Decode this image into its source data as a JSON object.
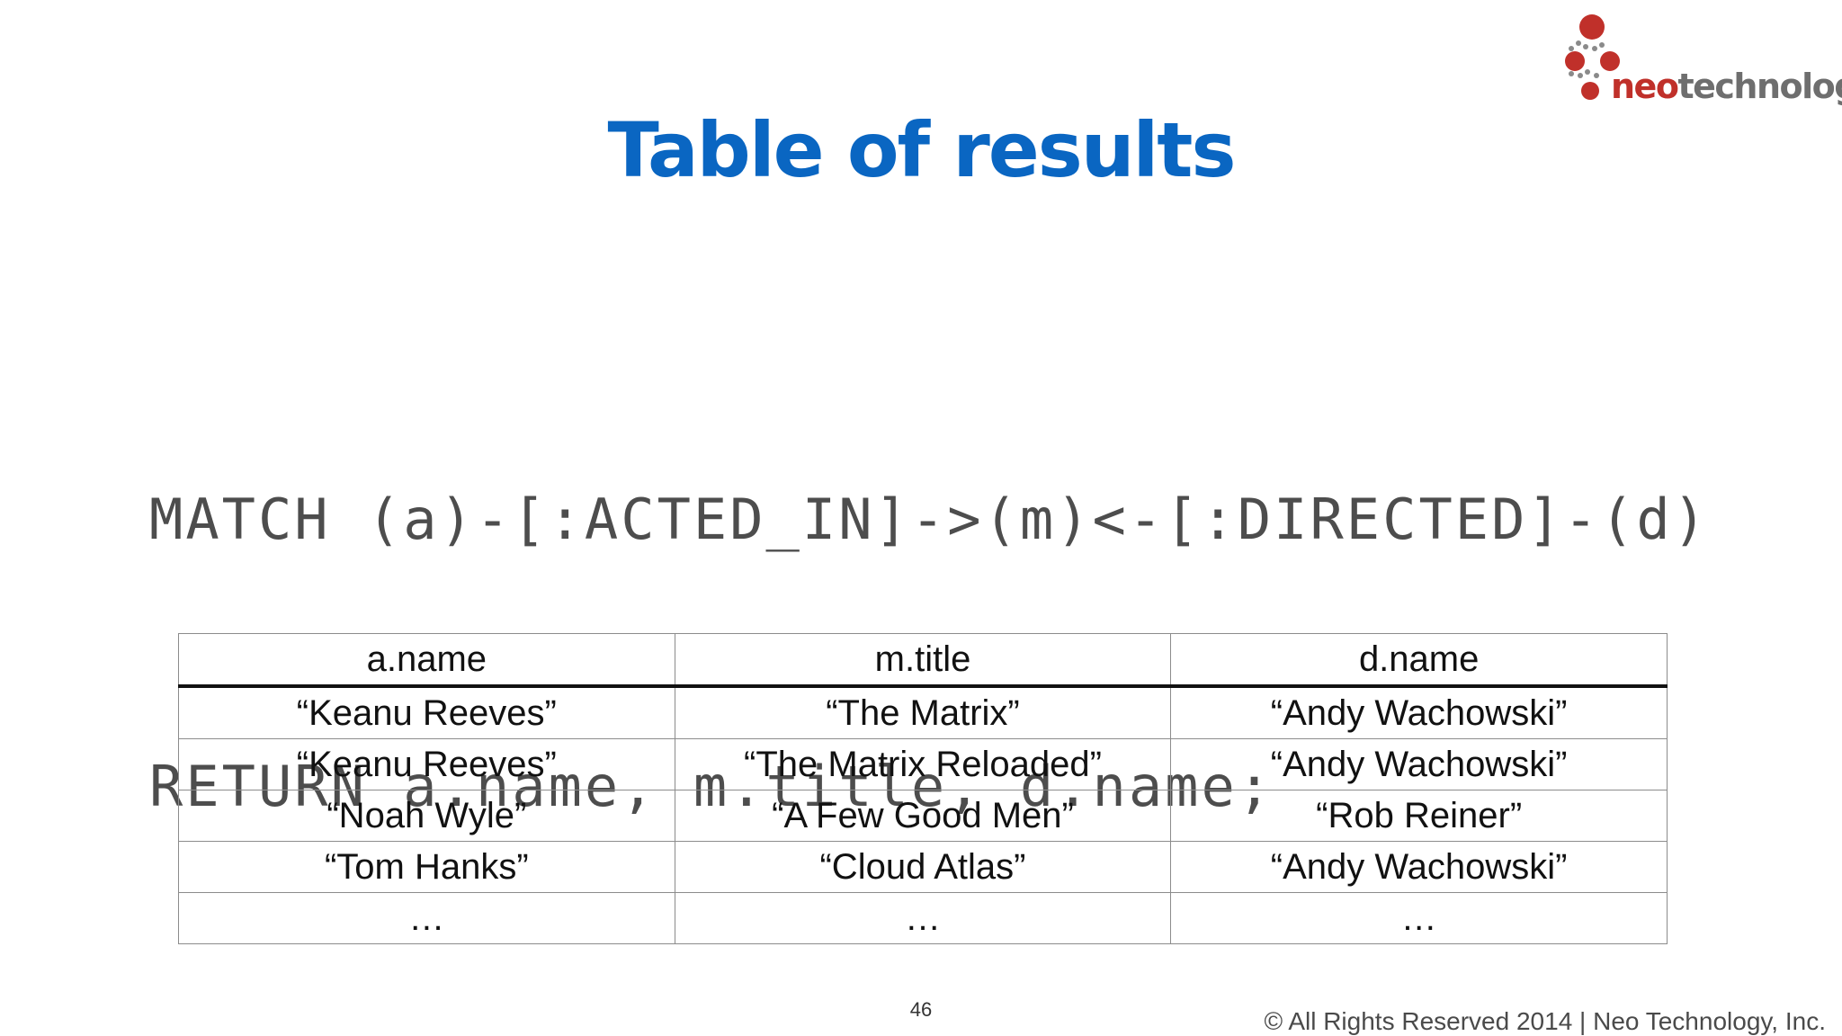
{
  "logo": {
    "word_neo": "neo",
    "word_tech": "technology",
    "dot_color": "#c0302a",
    "text_gray": "#6e6e6e"
  },
  "slide": {
    "title": "Table of results",
    "title_color": "#0a66c2",
    "code_lines": [
      "MATCH (a)-[:ACTED_IN]->(m)<-[:DIRECTED]-(d)",
      "RETURN a.name, m.title, d.name;"
    ],
    "page_number": "46",
    "copyright": "© All Rights Reserved 2014 | Neo Technology, Inc."
  },
  "table": {
    "headers": [
      "a.name",
      "m.title",
      "d.name"
    ],
    "rows": [
      [
        "“Keanu Reeves”",
        "“The Matrix”",
        "“Andy Wachowski”"
      ],
      [
        "“Keanu Reeves”",
        "“The Matrix Reloaded”",
        "“Andy Wachowski”"
      ],
      [
        "“Noah Wyle”",
        "“A Few Good Men”",
        "“Rob Reiner”"
      ],
      [
        "“Tom Hanks”",
        "“Cloud Atlas”",
        "“Andy Wachowski”"
      ],
      [
        "…",
        "…",
        "…"
      ]
    ]
  }
}
